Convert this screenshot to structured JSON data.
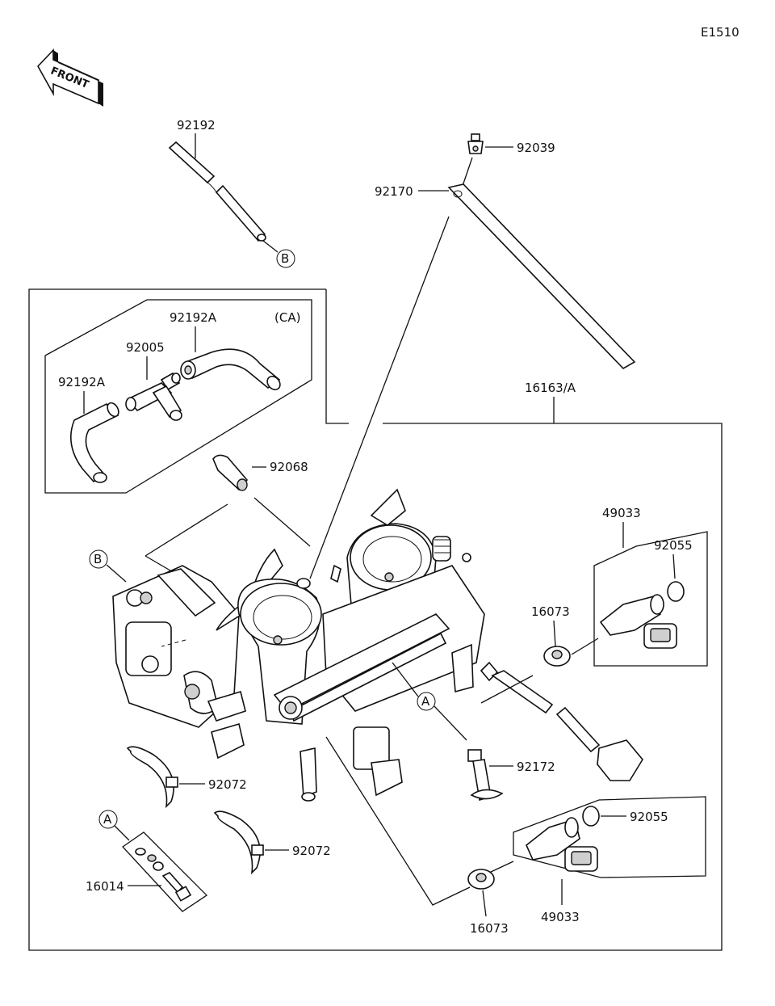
{
  "diagram": {
    "code": "E1510",
    "front_label": "FRONT",
    "region_note": "(CA)",
    "callouts": {
      "c92192": "92192",
      "c92039": "92039",
      "c92170": "92170",
      "c92192A_top": "92192A",
      "c92005": "92005",
      "c92192A_left": "92192A",
      "c16163A": "16163/A",
      "c92068": "92068",
      "c49033_top": "49033",
      "c92055_top": "92055",
      "c16073_mid": "16073",
      "c92072_upper": "92072",
      "c92172": "92172",
      "c92055_bottom": "92055",
      "c92072_lower": "92072",
      "c16014": "16014",
      "c16073_bottom": "16073",
      "c49033_bottom": "49033"
    },
    "ref_markers": {
      "b_top": "B",
      "b_left": "B",
      "a_center": "A",
      "a_left": "A"
    }
  }
}
